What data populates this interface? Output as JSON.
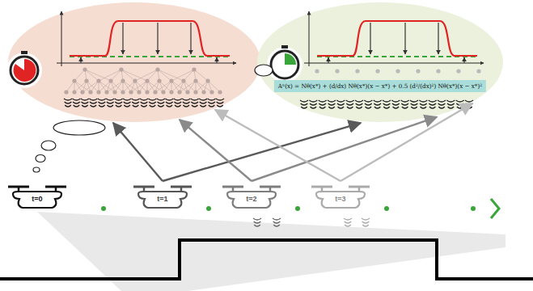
{
  "diagram": {
    "nodes": [
      {
        "text": []
      },
      {
        "text": [
          "Aⁿ(x) = Nθ(x*) + (d/dx) Nθ(x*)(x − x*) + 0.5 (d²/(dx)²) Nθ(x*)(x − x*)²"
        ]
      },
      {
        "text": [
          "t=0"
        ]
      },
      {
        "text": [
          "t=1"
        ]
      },
      {
        "text": [
          "t=2"
        ]
      },
      {
        "text": [
          "t=3"
        ]
      }
    ],
    "edges": [
      {
        "from": 3,
        "to": 0,
        "arrow": "to"
      },
      {
        "from": 3,
        "to": 1,
        "arrow": "to"
      },
      {
        "from": 4,
        "to": 0,
        "arrow": "to"
      },
      {
        "from": 4,
        "to": 1,
        "arrow": "to"
      },
      {
        "from": 5,
        "to": 0,
        "arrow": "to"
      },
      {
        "from": 5,
        "to": 1,
        "arrow": "to"
      }
    ]
  }
}
